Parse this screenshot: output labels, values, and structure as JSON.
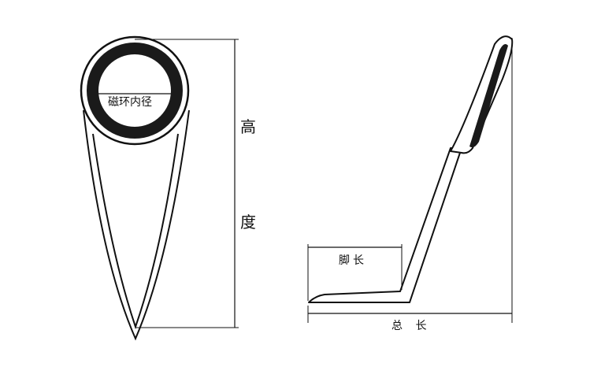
{
  "front_view": {
    "ring_inner_diameter_label": "磁环内径",
    "height_label_top": "高",
    "height_label_bottom": "度"
  },
  "side_view": {
    "foot_length_label": "脚长",
    "total_length_label": "总 长"
  },
  "colors": {
    "ink": "#111111",
    "ring": "#1a1a1a",
    "background": "#ffffff"
  }
}
